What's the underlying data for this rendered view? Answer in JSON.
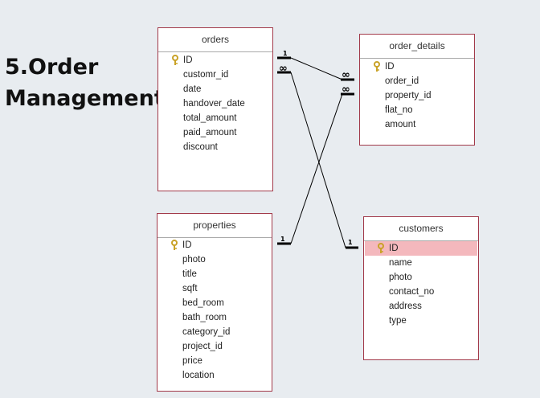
{
  "title": {
    "line1": "5.Order",
    "line2": "Management"
  },
  "tables": {
    "orders": {
      "name": "orders",
      "fields": [
        "ID",
        "customr_id",
        "date",
        "handover_date",
        "total_amount",
        "paid_amount",
        "discount"
      ],
      "primary_key": "ID"
    },
    "order_details": {
      "name": "order_details",
      "fields": [
        "ID",
        "order_id",
        "property_id",
        "flat_no",
        "amount"
      ],
      "primary_key": "ID"
    },
    "properties": {
      "name": "properties",
      "fields": [
        "ID",
        "photo",
        "title",
        "sqft",
        "bed_room",
        "bath_room",
        "category_id",
        "project_id",
        "price",
        "location"
      ],
      "primary_key": "ID"
    },
    "customers": {
      "name": "customers",
      "fields": [
        "ID",
        "name",
        "photo",
        "contact_no",
        "address",
        "type"
      ],
      "primary_key": "ID",
      "selected_field": "ID"
    }
  },
  "relationships": [
    {
      "from": "orders.ID",
      "to": "order_details.order_id",
      "one_label": "1",
      "many_label": "∞"
    },
    {
      "from": "customers.ID",
      "to": "orders.customr_id",
      "one_label": "1",
      "many_label": "∞"
    },
    {
      "from": "properties.ID",
      "to": "order_details.property_id",
      "one_label": "1",
      "many_label": "∞"
    }
  ],
  "colors": {
    "background": "#e8ecf0",
    "table_border": "#a23a4a",
    "selected_row": "#f4b8bd",
    "key_icon": "#c9a227",
    "connector": "#000000"
  },
  "icons": {
    "primary_key": "key-icon"
  }
}
